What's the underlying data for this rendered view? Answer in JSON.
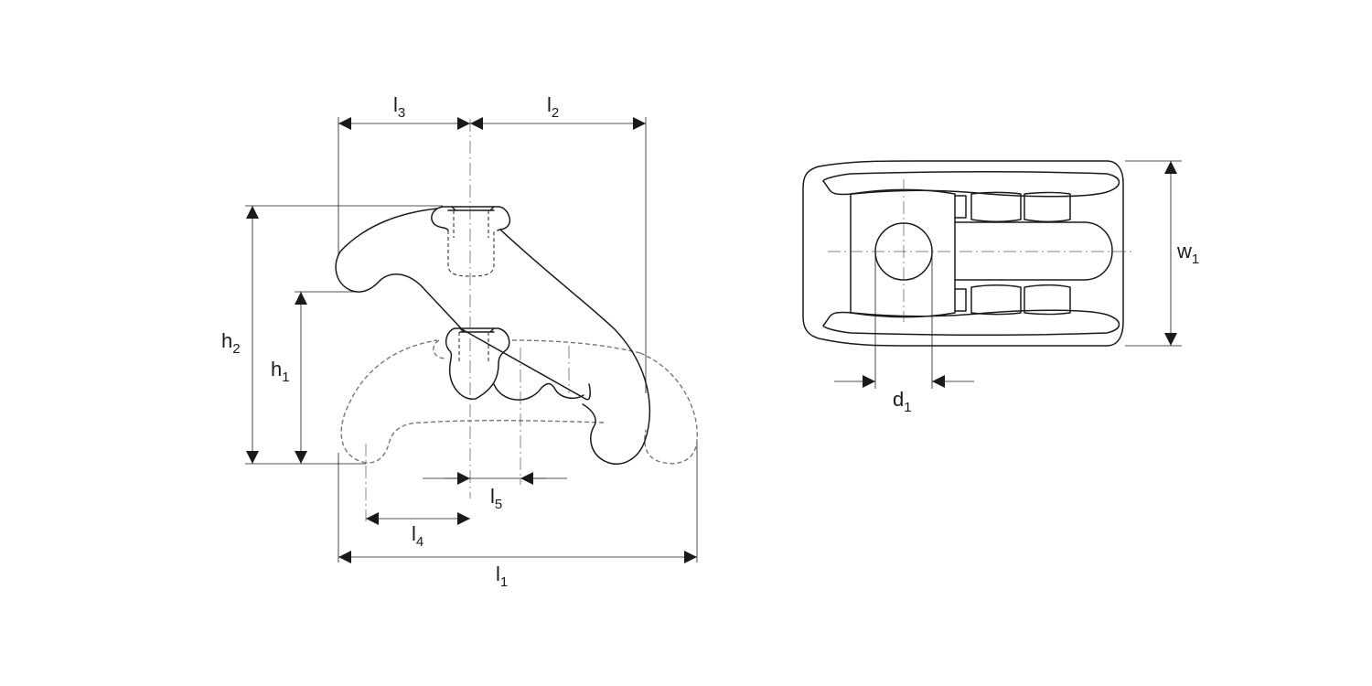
{
  "dimensions": {
    "l1": {
      "main": "l",
      "sub": "1"
    },
    "l2": {
      "main": "l",
      "sub": "2"
    },
    "l3": {
      "main": "l",
      "sub": "3"
    },
    "l4": {
      "main": "l",
      "sub": "4"
    },
    "l5": {
      "main": "l",
      "sub": "5"
    },
    "h1": {
      "main": "h",
      "sub": "1"
    },
    "h2": {
      "main": "h",
      "sub": "2"
    },
    "w1": {
      "main": "w",
      "sub": "1"
    },
    "d1": {
      "main": "d",
      "sub": "1"
    }
  },
  "colors": {
    "line": "#1a1a1a",
    "ghost_line": "#777777",
    "background": "#ffffff"
  }
}
